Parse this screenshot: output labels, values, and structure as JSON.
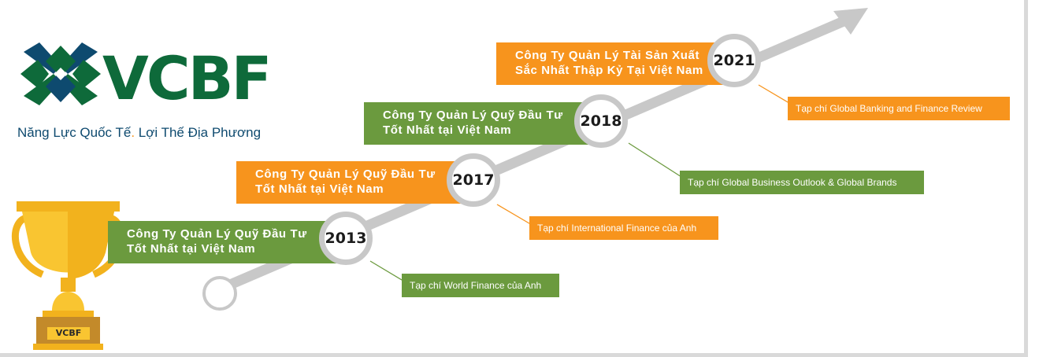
{
  "logo": {
    "brand": "VCBF",
    "tagline_part1": "Năng Lực Quốc Tế",
    "tagline_dot": ".",
    "tagline_part2": " Lợi Thế Địa Phương"
  },
  "trophy": {
    "label": "VCBF"
  },
  "colors": {
    "green": "#6b9a3e",
    "orange": "#f7941d",
    "arrow_gray": "#c8c8c8",
    "brand_green": "#0e6a3a",
    "brand_blue": "#0e4a6f",
    "trophy_gold": "#f9c531"
  },
  "milestones": [
    {
      "year": "2013",
      "award_line1": "Công Ty Quản Lý Quỹ Đầu Tư",
      "award_line2": "Tốt Nhất tại Việt Nam",
      "source": "Tạp chí World Finance của Anh",
      "award_color": "green",
      "source_color": "green"
    },
    {
      "year": "2017",
      "award_line1": "Công Ty Quản Lý Quỹ Đầu Tư",
      "award_line2": "Tốt Nhất tại Việt Nam",
      "source": "Tạp chí International Finance của Anh",
      "award_color": "orange",
      "source_color": "orange"
    },
    {
      "year": "2018",
      "award_line1": "Công Ty Quản Lý Quỹ Đầu Tư",
      "award_line2": "Tốt Nhất tại Việt Nam",
      "source": "Tạp chí Global Business Outlook & Global Brands",
      "award_color": "green",
      "source_color": "green"
    },
    {
      "year": "2021",
      "award_line1": "Công Ty Quản Lý Tài Sản Xuất",
      "award_line2": "Sắc Nhất Thập Kỷ Tại Việt Nam",
      "source": "Tạp chí Global Banking and Finance Review",
      "award_color": "orange",
      "source_color": "orange"
    }
  ]
}
